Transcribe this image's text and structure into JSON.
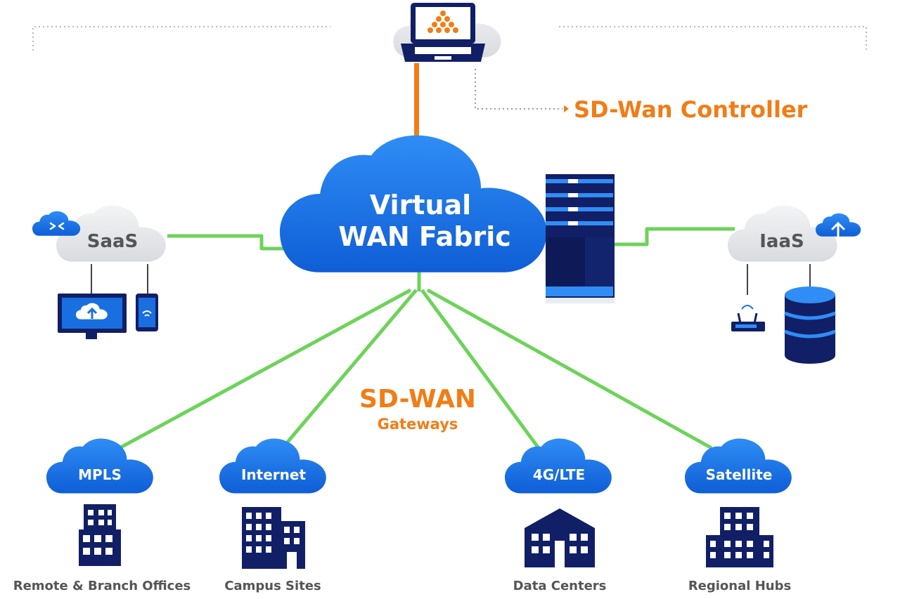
{
  "controller": {
    "label": "SD-Wan Controller"
  },
  "fabric": {
    "line1": "Virtual",
    "line2": "WAN Fabric"
  },
  "saas": {
    "label": "SaaS"
  },
  "iaas": {
    "label": "IaaS"
  },
  "gateways": {
    "title": "SD-WAN",
    "subtitle": "Gateways"
  },
  "transports": [
    {
      "cloud": "MPLS",
      "site": "Remote & Branch Offices"
    },
    {
      "cloud": "Internet",
      "site": "Campus Sites"
    },
    {
      "cloud": "4G/LTE",
      "site": "Data Centers"
    },
    {
      "cloud": "Satellite",
      "site": "Regional Hubs"
    }
  ],
  "colors": {
    "orange": "#f07d16",
    "blue": "#1a6fe0",
    "navy": "#111f66",
    "green": "#6dd35a",
    "grey_cloud": "#e3e5e8"
  }
}
